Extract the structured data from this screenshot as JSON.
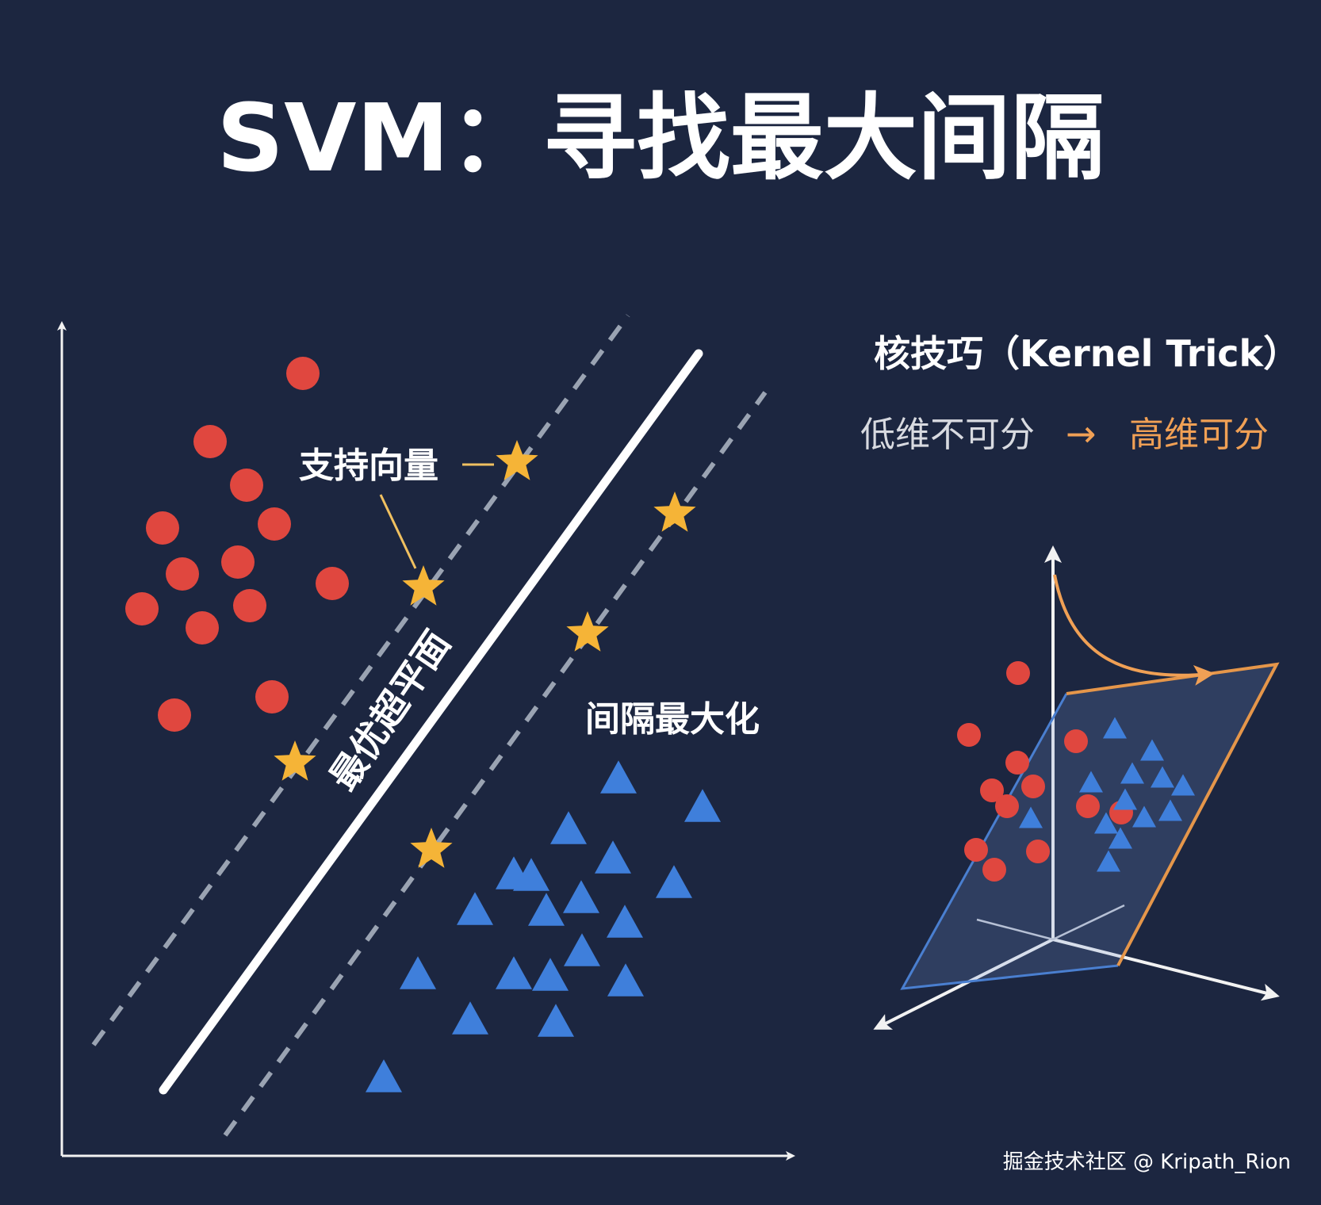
{
  "title": "SVM：寻找最大间隔",
  "labels": {
    "support_vectors": "支持向量",
    "hyperplane": "最优超平面",
    "maximize_margin": "间隔最大化"
  },
  "kernel": {
    "title": "核技巧（Kernel Trick）",
    "from": "低维不可分",
    "arrow": "→",
    "to": "高维可分"
  },
  "watermark": "掘金技术社区 @ Kripath_Rion",
  "colors": {
    "background": "#1c2640",
    "red_class": "#e0473f",
    "blue_class": "#3f7fdb",
    "support_vector": "#f5b437",
    "accent_orange": "#f0a055",
    "axis": "#f2f2f2",
    "margin_line": "#9aa3b2"
  },
  "icons": {
    "red_point": "circle",
    "blue_point": "triangle",
    "support_vector": "star"
  }
}
